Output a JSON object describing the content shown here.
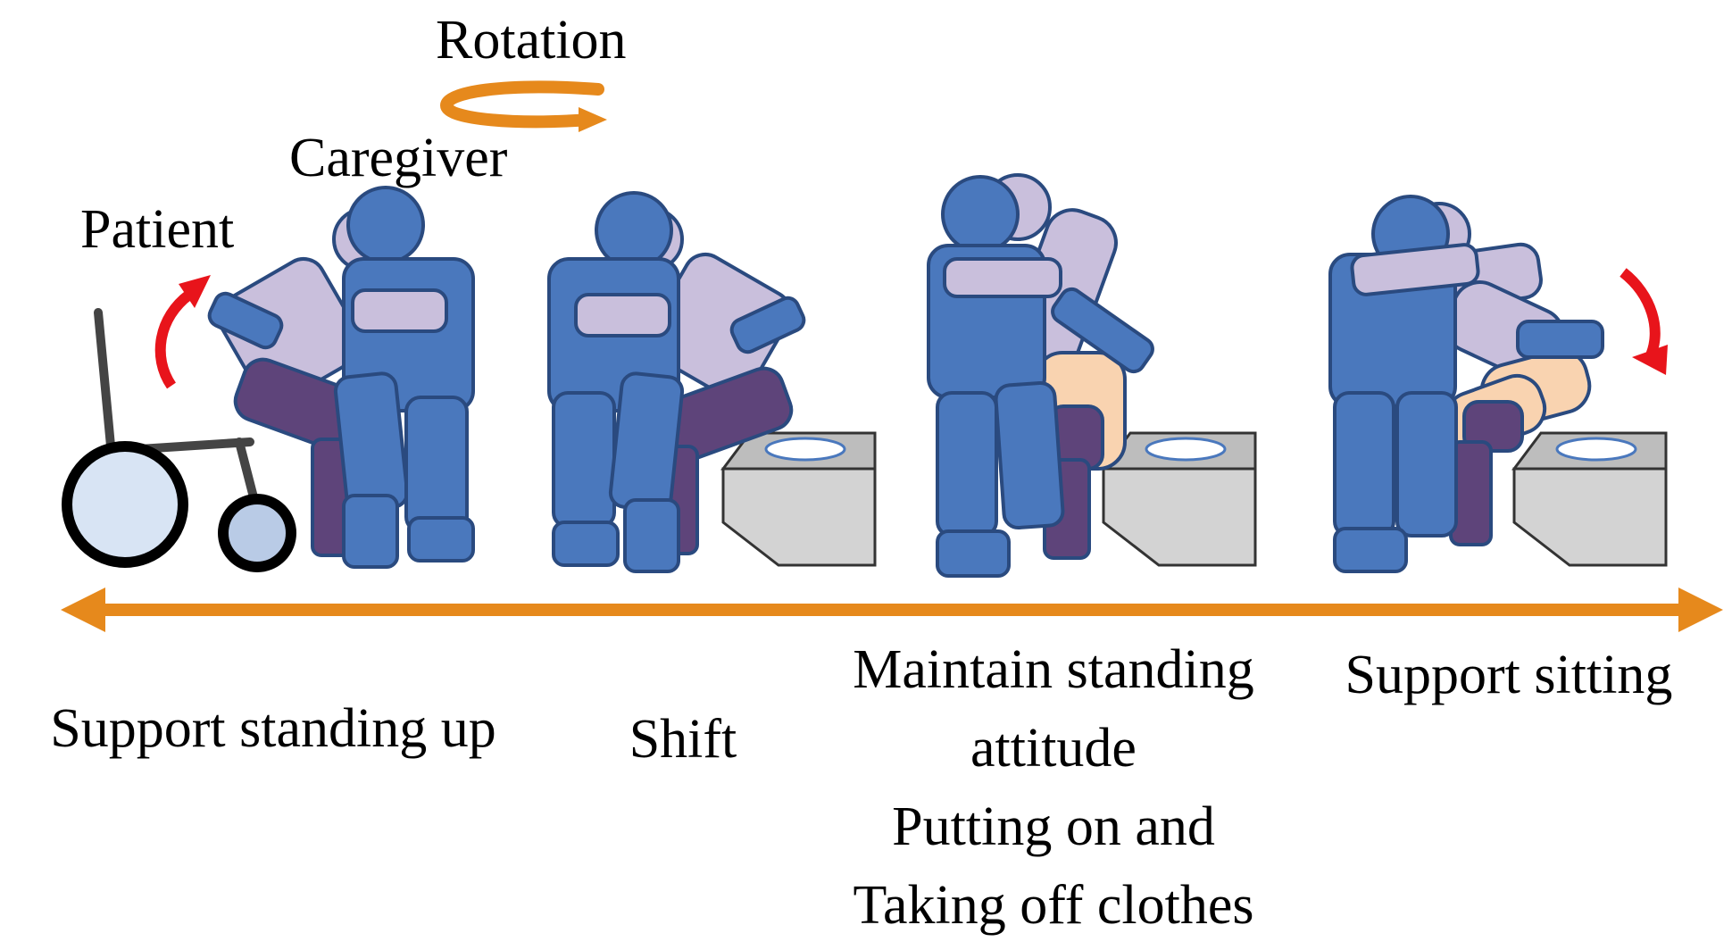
{
  "labels": {
    "rotation": "Rotation",
    "caregiver": "Caregiver",
    "patient": "Patient"
  },
  "stages": [
    {
      "lines": [
        "Support standing up"
      ]
    },
    {
      "lines": [
        "Shift"
      ]
    },
    {
      "lines": [
        "Maintain standing",
        "attitude",
        "Putting on and",
        "Taking off clothes"
      ]
    },
    {
      "lines": [
        "Support sitting"
      ]
    }
  ],
  "colors": {
    "caregiver": "#4a78bd",
    "caregiver_stroke": "#2a4a7f",
    "patient_upper": "#c9bfdc",
    "patient_lower": "#5e447a",
    "patient_skin": "#f9d3b0",
    "timeline": "#e6891c",
    "red_arrow": "#e8141b",
    "toilet": "#d3d3d3",
    "wheelchair_frame": "#444444",
    "wheel_fill": "#d8e4f4"
  },
  "icons": {
    "rotation": "rotation-arrow-icon",
    "stand_up": "curved-up-arrow-icon",
    "sit_down": "curved-down-arrow-icon",
    "wheelchair": "wheelchair-icon",
    "toilet": "toilet-icon"
  }
}
